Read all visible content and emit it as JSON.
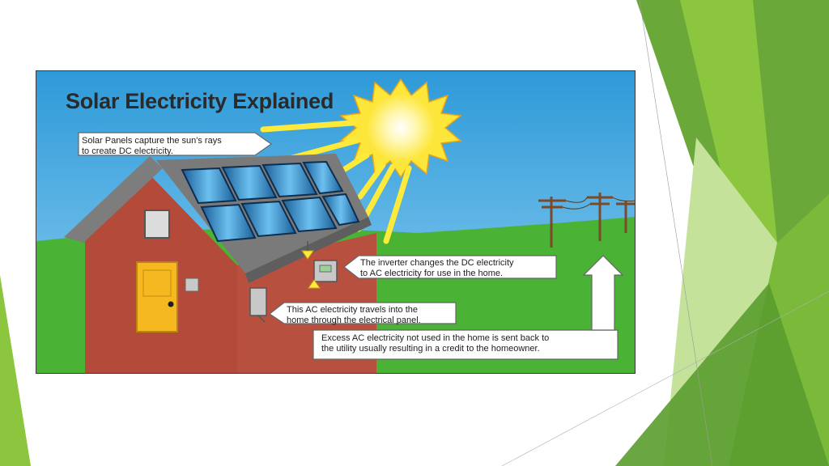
{
  "diagram": {
    "title": "Solar Electricity Explained",
    "callouts": {
      "panels": "Solar Panels capture the sun's rays\nto create DC electricity.",
      "inverter": "The inverter changes the DC electricity\nto AC electricity for use in the home.",
      "electrical_panel": "This AC electricity travels into the\nhome through the electrical panel.",
      "excess": "Excess AC electricity not used in the home is sent back to\nthe utility usually resulting in a credit to the homeowner."
    }
  },
  "colors": {
    "sky": "#3aa8e0",
    "grass": "#4ab335",
    "house_wall": "#b44a3a",
    "roof": "#7d7d7d",
    "door": "#f5b820",
    "sun": "#fdea3a",
    "solar_panel": "#1a5e98",
    "slide_accent": "#7ab93a"
  }
}
